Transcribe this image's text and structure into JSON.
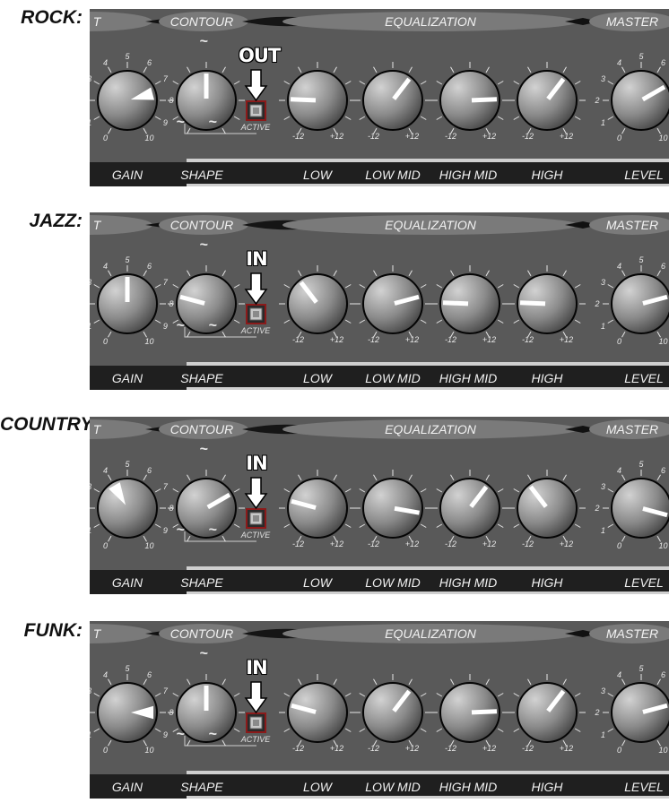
{
  "header": {
    "left_cut": "T",
    "contour": "CONTOUR",
    "equalization": "EQUALIZATION",
    "master": "MASTER"
  },
  "knob_labels": [
    "GAIN",
    "SHAPE",
    "LOW",
    "LOW MID",
    "HIGH MID",
    "HIGH",
    "LEVEL"
  ],
  "switch_label": "ACTIVE",
  "scales": {
    "gain_level": [
      "0",
      "1",
      "2",
      "3",
      "4",
      "5",
      "6",
      "7",
      "8",
      "9",
      "10"
    ],
    "eq_min": "-12",
    "eq_max": "+12",
    "shape_symbol": "~"
  },
  "colors": {
    "panel": "#595959",
    "strip": "#1f1f1f",
    "knob_light": "#d2d2d2",
    "knob_dark": "#3c3c3c",
    "pointer": "#ffffff"
  },
  "presets": [
    {
      "name": "ROCK:",
      "contour_state": "OUT",
      "settings": {
        "gain": 7.5,
        "shape": 5,
        "low": -7,
        "low_mid": 3,
        "high_mid": 7,
        "high": 3,
        "level": 7
      }
    },
    {
      "name": "JAZZ:",
      "contour_state": "IN",
      "settings": {
        "gain": 5,
        "shape": 2.5,
        "low": -3,
        "low_mid": 6,
        "high_mid": -7,
        "high": -7,
        "level": 7.5
      }
    },
    {
      "name": "COUNTRY:",
      "contour_state": "IN",
      "settings": {
        "gain": 4,
        "shape": 7,
        "low": -6,
        "low_mid": 8,
        "high_mid": 3,
        "high": -3,
        "level": 8.5
      }
    },
    {
      "name": "FUNK:",
      "contour_state": "IN",
      "settings": {
        "gain": 8,
        "shape": 5,
        "low": -6,
        "low_mid": 3,
        "high_mid": 7,
        "high": 3,
        "level": 7.5
      }
    }
  ]
}
